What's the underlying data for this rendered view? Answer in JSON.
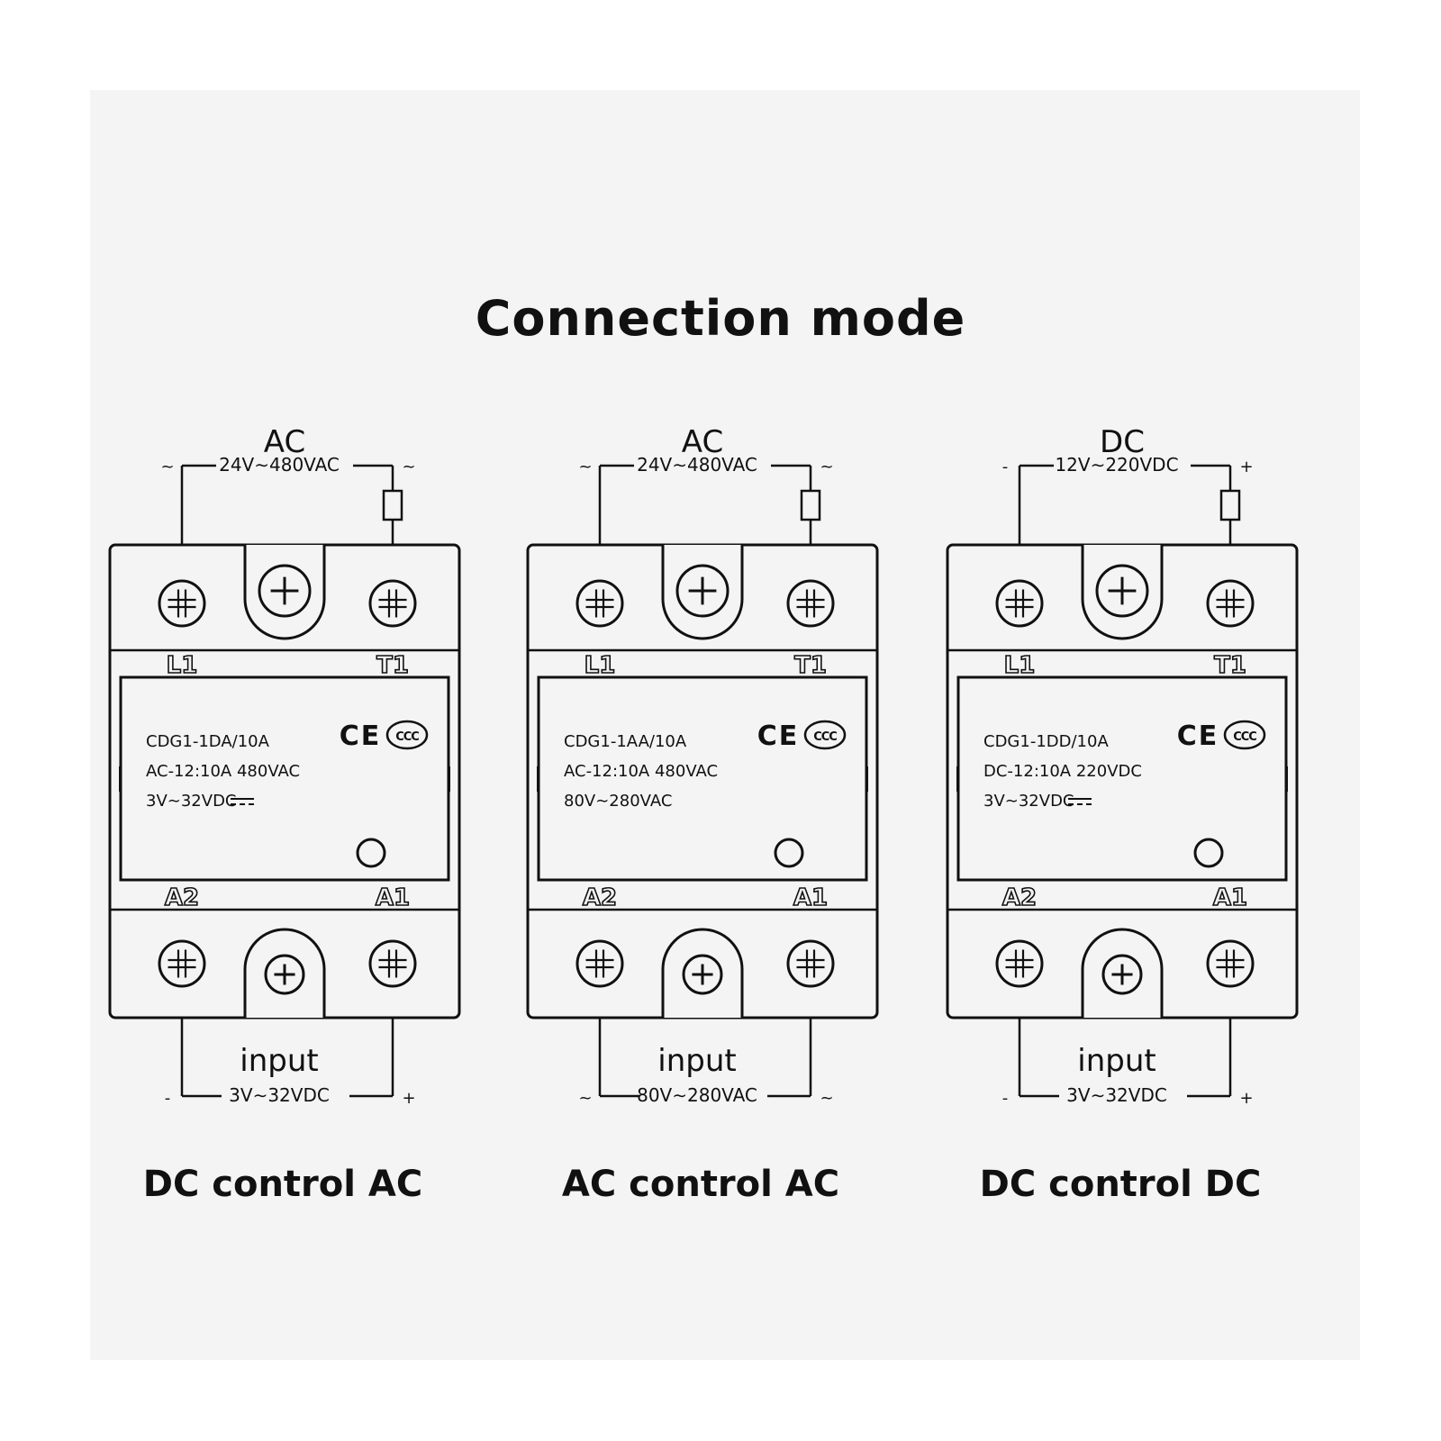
{
  "title": "Connection mode",
  "relays": [
    {
      "load_type": "AC",
      "load_range": "24V∼480VAC",
      "load_left_sign": "~",
      "load_right_sign": "~",
      "terminal_top_left": "L1",
      "terminal_top_right": "T1",
      "terminal_bottom_left": "A2",
      "terminal_bottom_right": "A1",
      "model": "CDG1-1DA/10A",
      "rating": "AC-12:10A  480VAC",
      "control": "3V∼32VDC",
      "control_dc_symbol": true,
      "input_label": "input",
      "input_range": "3V∼32VDC",
      "input_left_sign": "-",
      "input_right_sign": "+",
      "caption": "DC control AC"
    },
    {
      "load_type": "AC",
      "load_range": "24V∼480VAC",
      "load_left_sign": "~",
      "load_right_sign": "~",
      "terminal_top_left": "L1",
      "terminal_top_right": "T1",
      "terminal_bottom_left": "A2",
      "terminal_bottom_right": "A1",
      "model": "CDG1-1AA/10A",
      "rating": "AC-12:10A  480VAC",
      "control": "80V∼280VAC",
      "control_dc_symbol": false,
      "input_label": "input",
      "input_range": "80V∼280VAC",
      "input_left_sign": "~",
      "input_right_sign": "~",
      "caption": "AC control AC"
    },
    {
      "load_type": "DC",
      "load_range": "12V∼220VDC",
      "load_left_sign": "-",
      "load_right_sign": "+",
      "terminal_top_left": "L1",
      "terminal_top_right": "T1",
      "terminal_bottom_left": "A2",
      "terminal_bottom_right": "A1",
      "model": "CDG1-1DD/10A",
      "rating": "DC-12:10A  220VDC",
      "control": "3V∼32VDC",
      "control_dc_symbol": true,
      "input_label": "input",
      "input_range": "3V∼32VDC",
      "input_left_sign": "-",
      "input_right_sign": "+",
      "caption": "DC control DC"
    }
  ],
  "marks": {
    "ce": "CE",
    "ccc": "CCC"
  },
  "colors": {
    "ink": "#111111",
    "panel": "#f4f4f4"
  }
}
